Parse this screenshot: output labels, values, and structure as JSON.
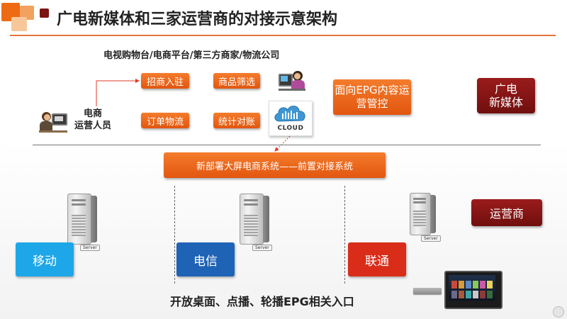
{
  "header": {
    "title": "广电新媒体和三家运营商的对接示意架构"
  },
  "subtitle": "电视购物台/电商平台/第三方商家/物流公司",
  "ecommerce_staff_label": "电商\n运营人员",
  "functions": {
    "merchant_entry": "招商入驻",
    "product_screening": "商品筛选",
    "order_logistics": "订单物流",
    "statistics_reconciliation": "统计对账"
  },
  "epg_box": "面向EPG内容运营管控",
  "cloud_label": "CLOUD",
  "new_system": "新部署大屏电商系统——前置对接系统",
  "right_labels": {
    "new_media": "广电\n新媒体",
    "operator": "运营商"
  },
  "operators": {
    "mobile": "移动",
    "telecom": "电信",
    "unicom": "联通"
  },
  "server_tag": "Server",
  "bottom_caption": "开放桌面、点播、轮播EPG相关入口",
  "colors": {
    "orange": "#ee6a13",
    "dark_red": "#7a1413",
    "mobile_blue": "#1ea7e8",
    "telecom_blue": "#1e63b5",
    "unicom_red": "#d92d1a"
  }
}
